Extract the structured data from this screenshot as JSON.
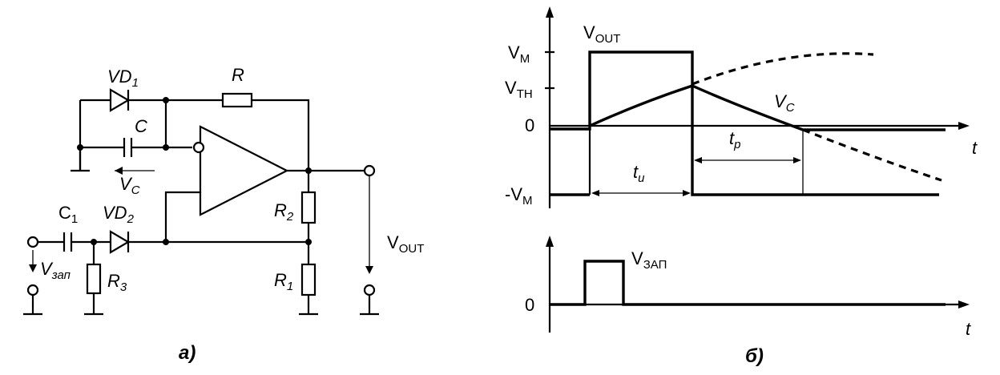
{
  "captions": {
    "left": "а)",
    "right": "б)"
  },
  "circuit": {
    "diode_top": {
      "name": "VD",
      "sub": "1"
    },
    "resistor_top": "R",
    "capacitor": "C",
    "vc_arrow": {
      "name": "V",
      "sub": "C"
    },
    "input_cap": {
      "name": "C",
      "sub": "1"
    },
    "diode_bottom": {
      "name": "VD",
      "sub": "2"
    },
    "input_voltage": {
      "name": "V",
      "sub": "зап"
    },
    "r3": {
      "name": "R",
      "sub": "3"
    },
    "r2": {
      "name": "R",
      "sub": "2"
    },
    "r1": {
      "name": "R",
      "sub": "1"
    },
    "output_voltage": {
      "name": "V",
      "sub": "OUT"
    }
  },
  "timing": {
    "vout_label": {
      "name": "V",
      "sub": "OUT"
    },
    "vm_label": {
      "name": "V",
      "sub": "M"
    },
    "vth_label": {
      "name": "V",
      "sub": "TH"
    },
    "zero_label": "0",
    "neg_vm_label": {
      "name": "-V",
      "sub": "M"
    },
    "vc_label": {
      "name": "V",
      "sub": "C"
    },
    "tp_label": {
      "name": "t",
      "sub": "р"
    },
    "ti_label": {
      "name": "t",
      "sub": "и"
    },
    "t_axis": "t",
    "vzap_label": {
      "name": "V",
      "sub": "ЗАП"
    },
    "zero_label_bottom": "0",
    "t_axis_bottom": "t"
  }
}
